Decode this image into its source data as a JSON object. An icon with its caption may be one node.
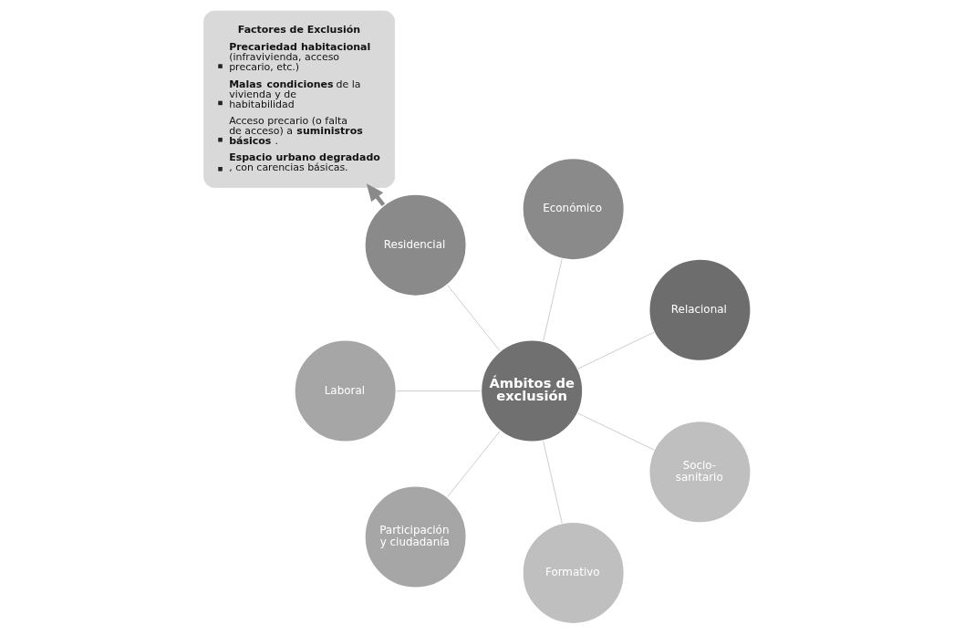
{
  "diagram": {
    "nodes": [
      {
        "text": [
          "Relacional"
        ]
      },
      {
        "text": [
          "Económico"
        ]
      },
      {
        "text": [
          "Residencial"
        ]
      },
      {
        "text": [
          "Ámbitos de exclusión"
        ]
      },
      {
        "text": [
          "Factores de Exclusión",
          "**Precariedad habitacional** (infravivienda, acceso precario, etc.)",
          "**Malas condiciones** de la vivienda y de habitabilidad",
          "Acceso precario (o falta de acceso) a **suministros básicos**.",
          "**Espacio urbano degradado**, con carencias básicas."
        ]
      },
      {
        "text": [
          "Laboral"
        ]
      },
      {
        "text": [
          "Participación y ciudadanía"
        ]
      },
      {
        "text": [
          "Formativo"
        ]
      },
      {
        "text": [
          "Socio- sanitario"
        ]
      }
    ],
    "edges": [
      {
        "from": 3,
        "to": 0,
        "arrow": "none"
      },
      {
        "from": 3,
        "to": 1,
        "arrow": "none"
      },
      {
        "from": 3,
        "to": 2,
        "arrow": "none"
      },
      {
        "from": 3,
        "to": 5,
        "arrow": "none"
      },
      {
        "from": 3,
        "to": 6,
        "arrow": "none"
      },
      {
        "from": 3,
        "to": 7,
        "arrow": "none"
      },
      {
        "from": 3,
        "to": 8,
        "arrow": "none"
      },
      {
        "from": 2,
        "to": 4,
        "arrow": "to",
        "style": "thick",
        "color": "#8a8a8a"
      }
    ]
  }
}
